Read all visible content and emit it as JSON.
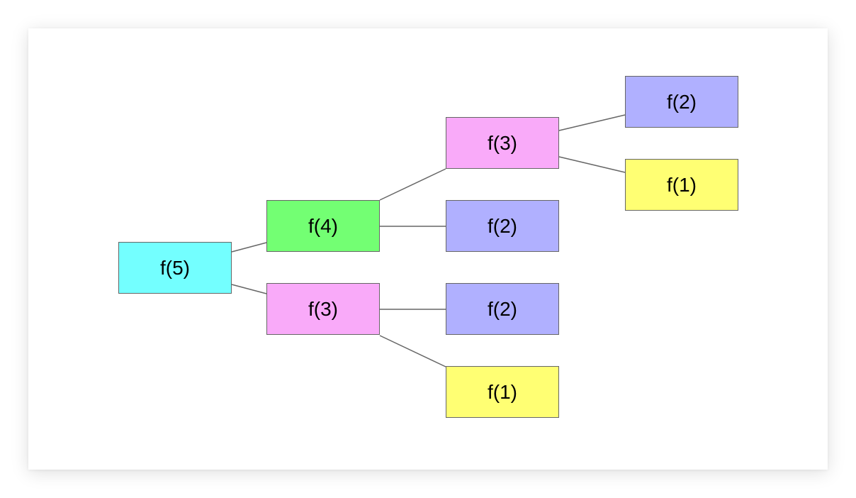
{
  "colors": {
    "f5": "#73ffff",
    "f4": "#73ff73",
    "f3": "#f9aaf9",
    "f2": "#b0b0ff",
    "f1": "#ffff73",
    "edge": "#666666",
    "border": "#666666"
  },
  "nodes": {
    "root": "f(5)",
    "n1_f4": "f(4)",
    "n1_f3": "f(3)",
    "n2_f3": "f(3)",
    "n2_f2a": "f(2)",
    "n2_f2b": "f(2)",
    "n2_f1": "f(1)",
    "n3_f2": "f(2)",
    "n3_f1": "f(1)"
  }
}
